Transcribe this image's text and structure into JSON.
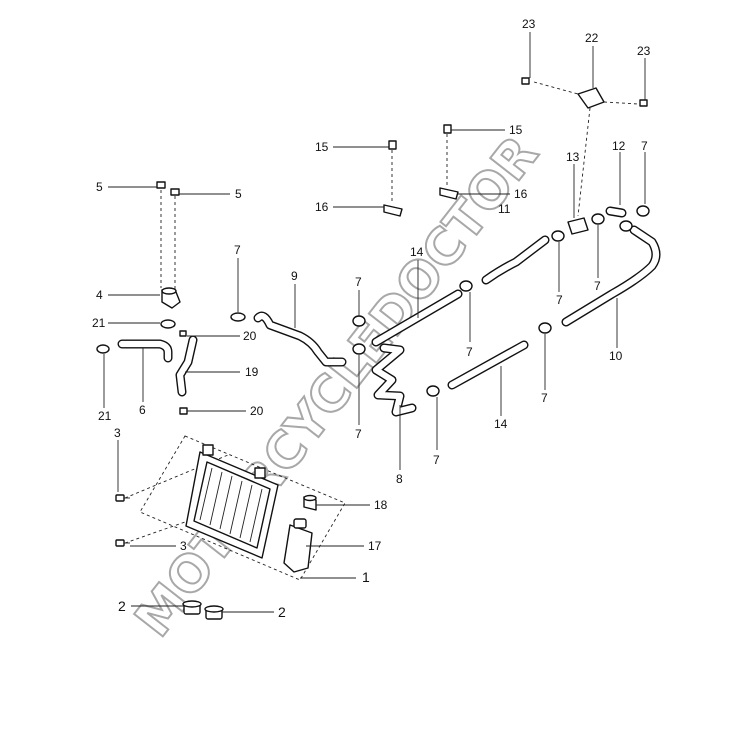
{
  "watermark": "MOTORCYCLEDOCTOR",
  "callouts": {
    "c1": "1",
    "c2a": "2",
    "c2b": "2",
    "c3a": "3",
    "c3b": "3",
    "c4": "4",
    "c5a": "5",
    "c5b": "5",
    "c6": "6",
    "c7a": "7",
    "c7b": "7",
    "c7c": "7",
    "c7d": "7",
    "c7e": "7",
    "c7f": "7",
    "c7g": "7",
    "c7h": "7",
    "c7i": "7",
    "c8": "8",
    "c9": "9",
    "c10": "10",
    "c11": "11",
    "c12": "12",
    "c13": "13",
    "c14a": "14",
    "c14b": "14",
    "c15a": "15",
    "c15b": "15",
    "c16a": "16",
    "c16b": "16",
    "c17": "17",
    "c18": "18",
    "c19": "19",
    "c20a": "20",
    "c20b": "20",
    "c21a": "21",
    "c21b": "21",
    "c22": "22",
    "c23a": "23",
    "c23b": "23"
  }
}
